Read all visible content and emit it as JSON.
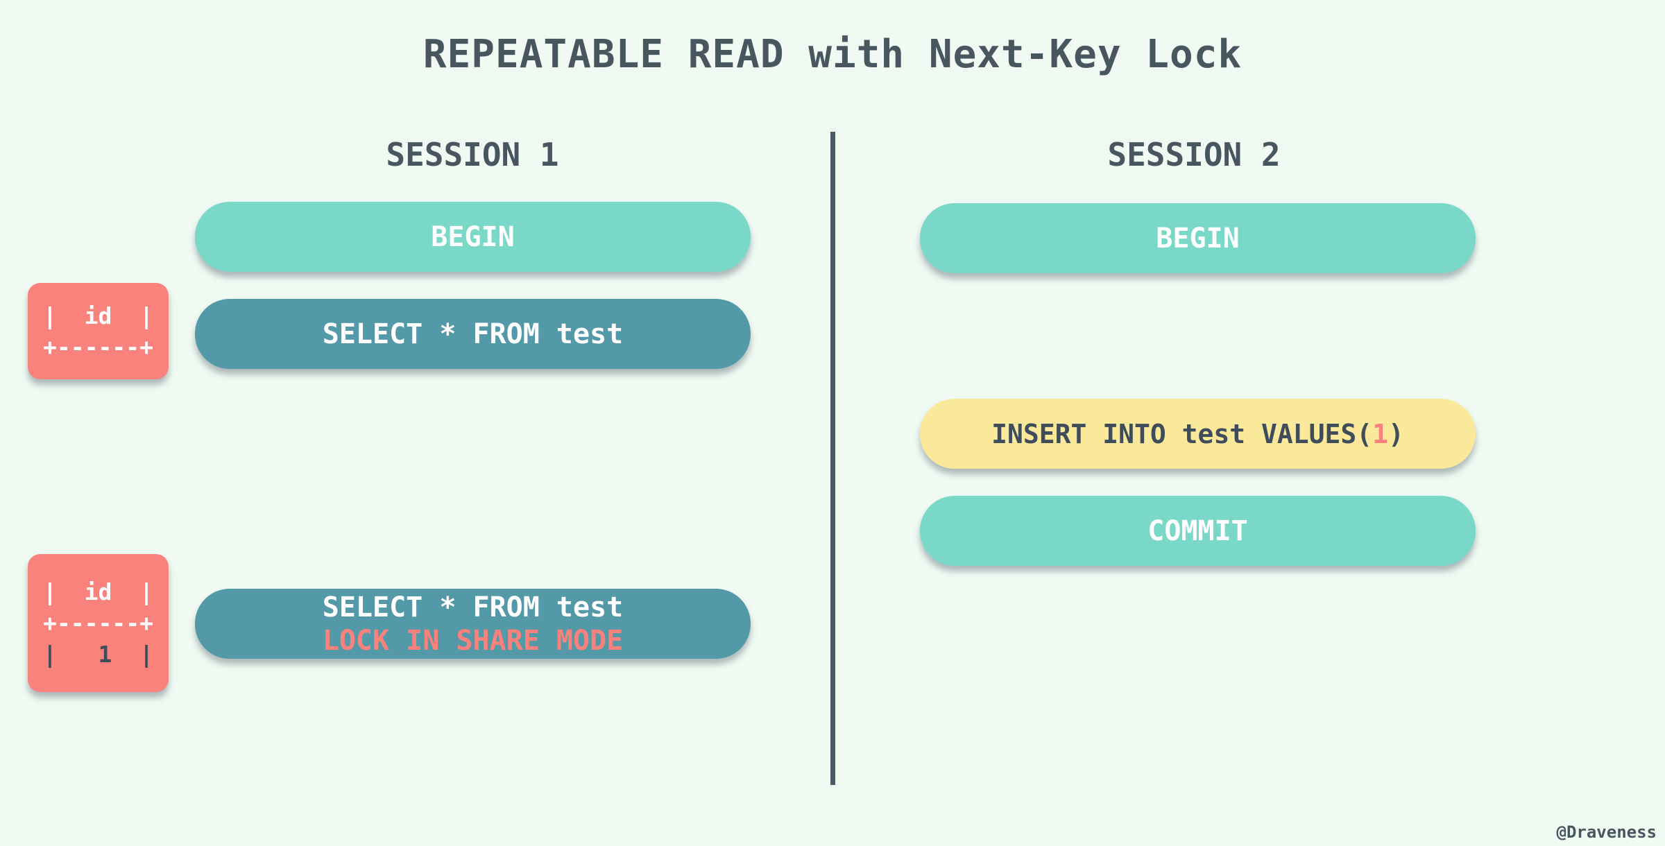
{
  "title": "REPEATABLE READ with Next-Key Lock",
  "credit": "@Draveness",
  "colors": {
    "background": "#f0faf3",
    "teal_pill": "#7ad8c8",
    "dark_teal_pill": "#5499a8",
    "yellow_pill": "#fbe99b",
    "salmon": "#f9827d",
    "slate_text": "#47565f",
    "divider": "#4a5a68"
  },
  "sessions": [
    {
      "name": "SESSION 1",
      "steps": {
        "begin": "BEGIN",
        "select1": "SELECT * FROM test",
        "select2_line1": "SELECT * FROM test",
        "select2_line2": "LOCK IN SHARE MODE"
      },
      "results": [
        {
          "lines": [
            "|  id  |",
            "+------+"
          ]
        },
        {
          "lines": [
            "|  id  |",
            "+------+",
            "|   1  |"
          ]
        }
      ]
    },
    {
      "name": "SESSION 2",
      "steps": {
        "begin": "BEGIN",
        "insert_prefix": "INSERT INTO test VALUES(",
        "insert_value": "1",
        "insert_suffix": ")",
        "commit": "COMMIT"
      }
    }
  ]
}
